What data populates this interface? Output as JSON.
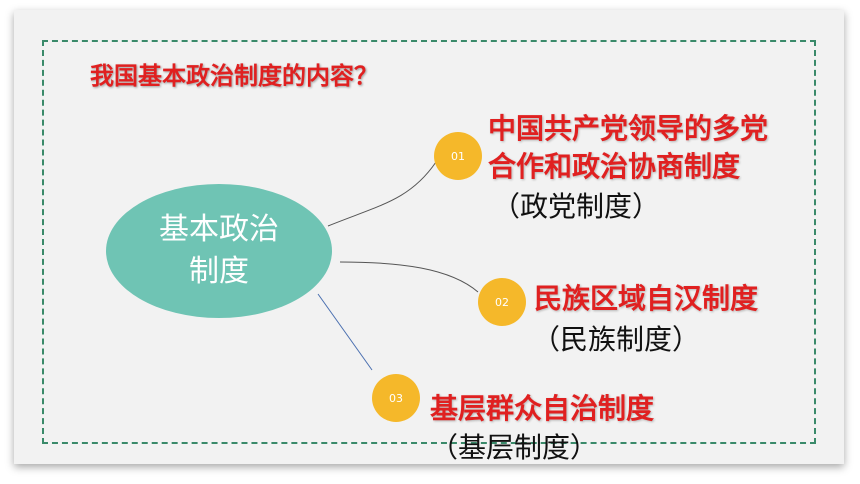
{
  "title": "我国基本政治制度的内容？",
  "center": {
    "line1": "基本政治",
    "line2": "制度"
  },
  "items": [
    {
      "number": "01",
      "name_line1": "中国共产党领导的多党",
      "name_line2": "合作和政治协商制度",
      "short": "（政党制度）"
    },
    {
      "number": "02",
      "name_line1": "民族区域自汉制度",
      "short": "（民族制度）"
    },
    {
      "number": "03",
      "name_line1": "基层群众自治制度",
      "short": "（基层制度）"
    }
  ],
  "colors": {
    "title": "#e02020",
    "center_fill": "#6fc4b4",
    "badge_fill": "#f5b82a",
    "frame_border": "#3a8a6a"
  }
}
